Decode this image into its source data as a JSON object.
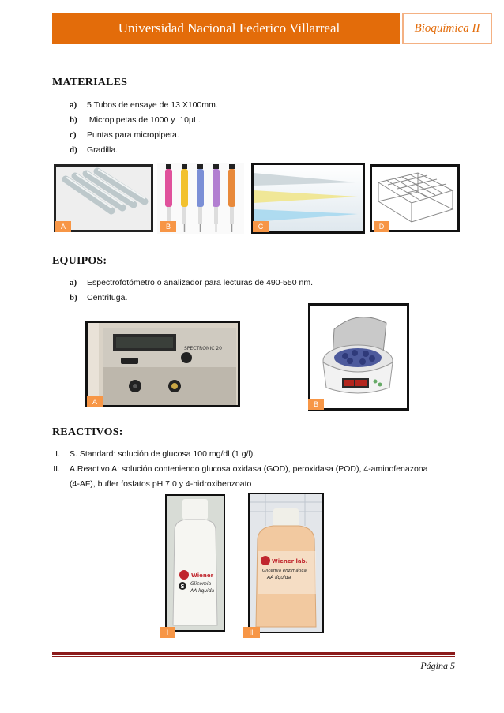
{
  "header": {
    "university": "Universidad Nacional Federico Villarreal",
    "course": "Bioquímica II"
  },
  "materiales": {
    "title": "MATERIALES",
    "items": [
      {
        "marker": "a)",
        "text": "5 Tubos de ensaye de 13 X100mm."
      },
      {
        "marker": "b)",
        "text": " Micropipetas de 1000 y  10µL."
      },
      {
        "marker": "c)",
        "text": "Puntas para micropipeta."
      },
      {
        "marker": "d)",
        "text": "Gradilla."
      }
    ],
    "labels": [
      "A",
      "B",
      "C",
      "D"
    ]
  },
  "equipos": {
    "title": "EQUIPOS:",
    "items": [
      {
        "marker": "a)",
        "text": "Espectrofotómetro o analizador para lecturas de 490-550 nm."
      },
      {
        "marker": "b)",
        "text": "Centrifuga."
      }
    ],
    "labels": [
      "A",
      "B"
    ],
    "spectro_display": "SPECTRONIC 20"
  },
  "reactivos": {
    "title": "REACTIVOS:",
    "items": [
      {
        "marker": "I.",
        "text": "S. Standard: solución de glucosa 100 mg/dl (1 g/l)."
      },
      {
        "marker": "II.",
        "text": "A.Reactivo A: solución conteniendo glucosa oxidasa (GOD), peroxidasa (POD), 4-aminofenazona",
        "continuation": "(4-AF), buffer fosfatos pH 7,0 y 4-hidroxibenzoato"
      }
    ],
    "labels": [
      "I",
      "II"
    ],
    "bottle1": {
      "brand": "Wiener",
      "line1": "Glicemia",
      "line2": "AA líquida",
      "num": "S"
    },
    "bottle2": {
      "brand": "Wiener lab.",
      "line1": "Glicemia enzimática",
      "line2": "AA líquida"
    }
  },
  "footer": {
    "page": "Página 5"
  },
  "colors": {
    "accent": "#e36c0a",
    "tag": "#f79646",
    "rule": "#8b1a1a"
  }
}
